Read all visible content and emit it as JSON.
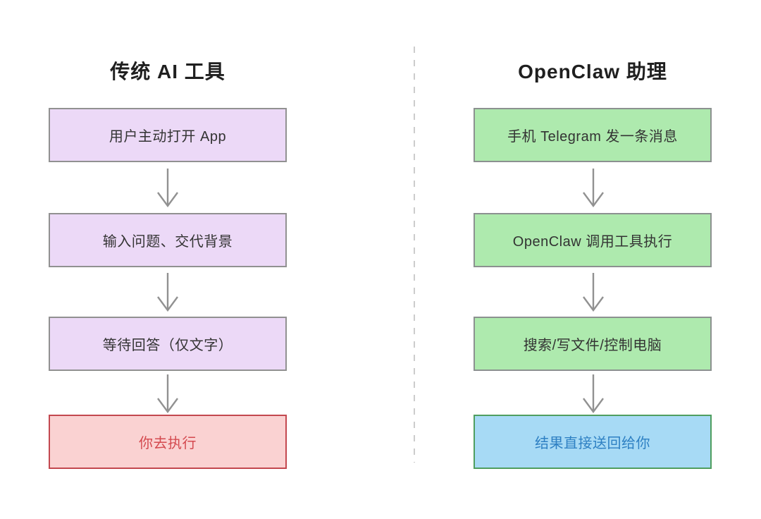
{
  "diagram": {
    "left_column": {
      "title": "传统 AI 工具",
      "steps": [
        {
          "label": "用户主动打开 App",
          "style": "purple"
        },
        {
          "label": "输入问题、交代背景",
          "style": "purple"
        },
        {
          "label": "等待回答（仅文字）",
          "style": "purple"
        },
        {
          "label": "你去执行",
          "style": "red"
        }
      ]
    },
    "right_column": {
      "title": "OpenClaw 助理",
      "steps": [
        {
          "label": "手机 Telegram 发一条消息",
          "style": "green"
        },
        {
          "label": "OpenClaw 调用工具执行",
          "style": "green"
        },
        {
          "label": "搜索/写文件/控制电脑",
          "style": "green"
        },
        {
          "label": "结果直接送回给你",
          "style": "blue"
        }
      ]
    },
    "colors": {
      "background": "#ffffff",
      "title_text": "#1f1f1f",
      "purple_fill": "#ecd9f7",
      "purple_border": "#919191",
      "purple_text": "#333333",
      "green_fill": "#aeeaae",
      "green_border": "#8c9190",
      "green_text": "#333333",
      "red_fill": "#fad2d2",
      "red_border": "#c3484f",
      "red_text": "#d4494f",
      "blue_fill": "#a7daf5",
      "blue_border": "#4f9e5f",
      "blue_text": "#2e80c3",
      "arrow": "#919191",
      "divider": "#cccccc"
    }
  }
}
